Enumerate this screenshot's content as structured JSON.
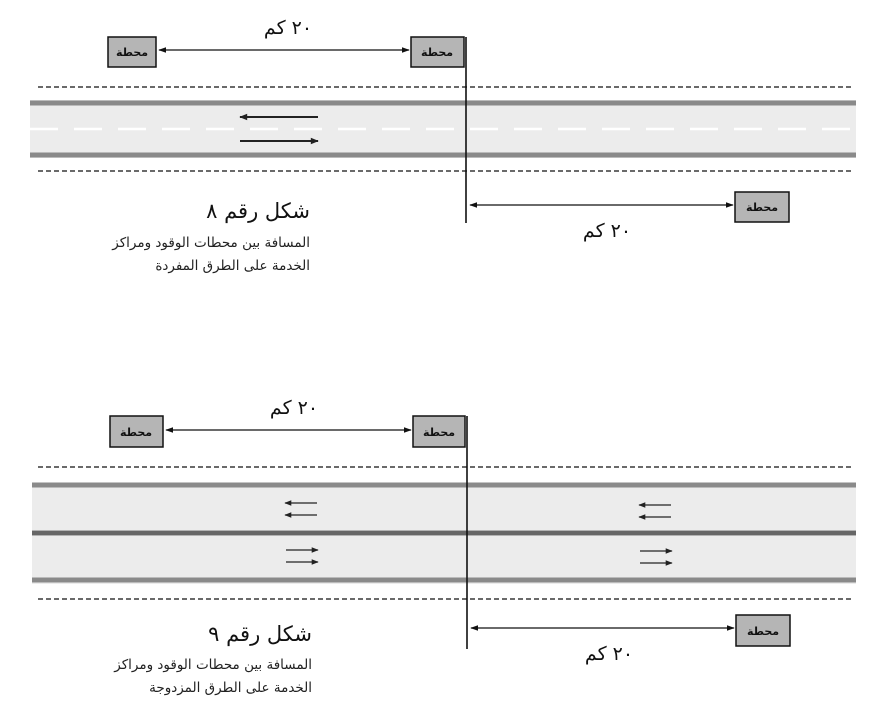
{
  "figure8": {
    "title": "شكل رقم ٨",
    "caption_line1": "المسافة بين محطات الوقود ومراكز",
    "caption_line2": "الخدمة على الطرق المفردة",
    "station_label": "محطة",
    "distance_top": "٢٠ كم",
    "distance_bottom": "٢٠ كم"
  },
  "figure9": {
    "title": "شكل رقم ٩",
    "caption_line1": "المسافة بين محطات الوقود ومراكز",
    "caption_line2": "الخدمة على الطرق المزدوجة",
    "station_label": "محطة",
    "distance_top": "٢٠ كم",
    "distance_bottom": "٢٠ كم"
  },
  "colors": {
    "road_fill": "#ececec",
    "road_edge": "#8a8a8a",
    "station_fill": "#b5b5b5",
    "median": "#666666"
  }
}
